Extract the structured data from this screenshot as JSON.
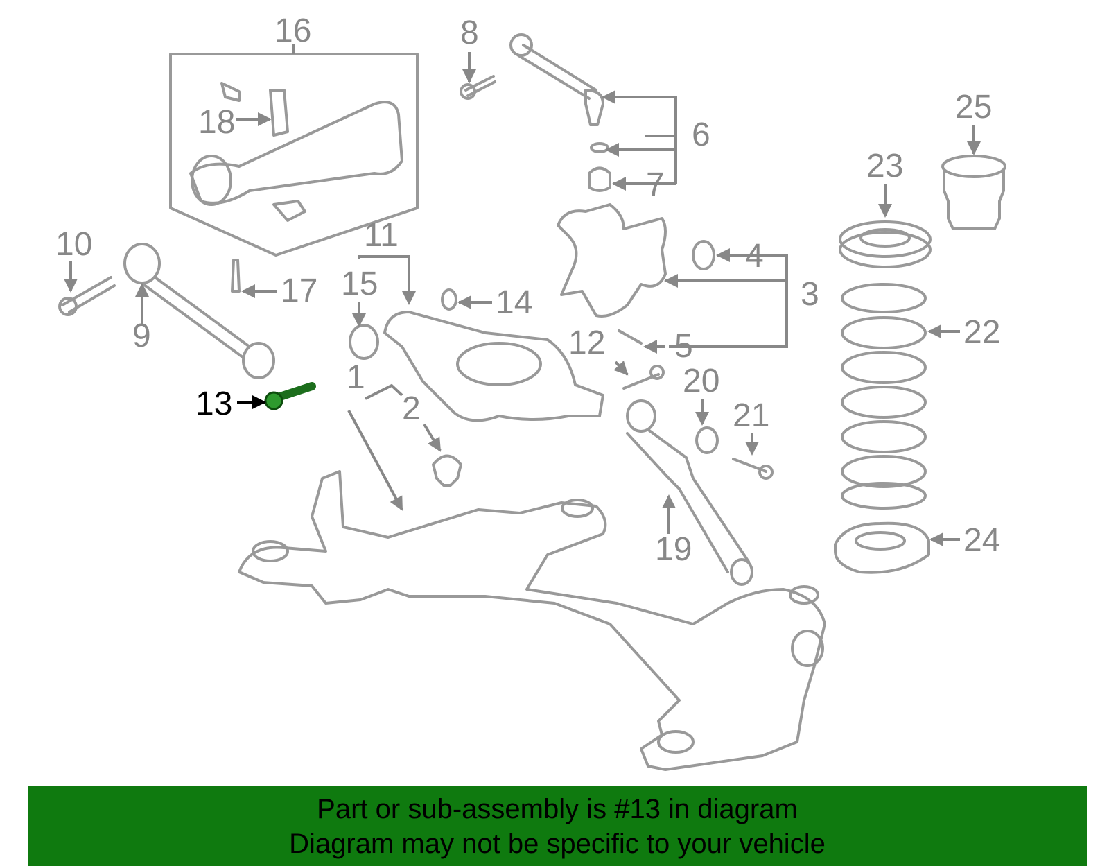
{
  "diagram": {
    "highlight_color": "#2e9a2e",
    "banner_color": "#0f7a0f",
    "labels": {
      "l1": "1",
      "l2": "2",
      "l3": "3",
      "l4": "4",
      "l5": "5",
      "l6": "6",
      "l7": "7",
      "l8": "8",
      "l9": "9",
      "l10": "10",
      "l11": "11",
      "l12": "12",
      "l13": "13",
      "l14": "14",
      "l15": "15",
      "l16": "16",
      "l17": "17",
      "l18": "18",
      "l19": "19",
      "l20": "20",
      "l21": "21",
      "l22": "22",
      "l23": "23",
      "l24": "24",
      "l25": "25"
    }
  },
  "banner": {
    "line1": "Part or sub-assembly is #13 in diagram",
    "line2": "Diagram may not be specific to your vehicle"
  }
}
